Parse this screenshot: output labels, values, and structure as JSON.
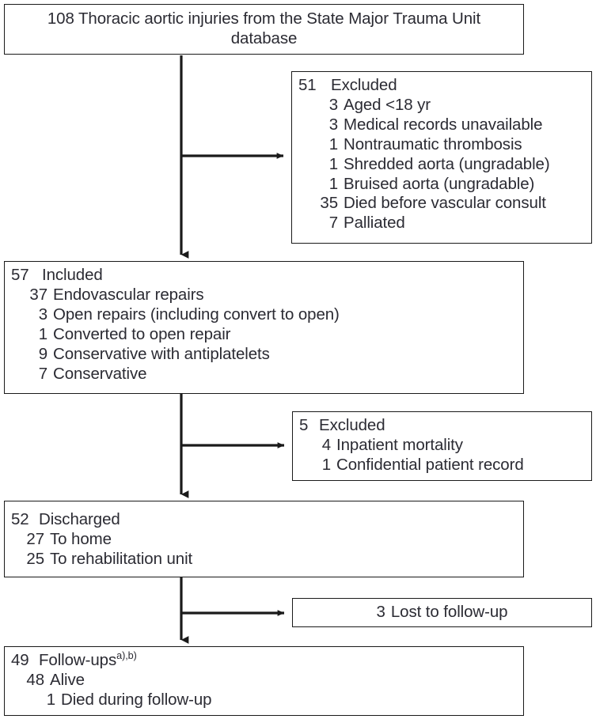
{
  "diagram": {
    "type": "patient-flow-chart",
    "nodes": {
      "source": {
        "text": "108 Thoracic aortic injuries from the State Major Trauma Unit database"
      },
      "excluded_first": {
        "header_num": "51",
        "header_label": "Excluded",
        "items": [
          {
            "num": "3",
            "label": "Aged <18 yr"
          },
          {
            "num": "3",
            "label": "Medical records unavailable"
          },
          {
            "num": "1",
            "label": "Nontraumatic thrombosis"
          },
          {
            "num": "1",
            "label": "Shredded aorta (ungradable)"
          },
          {
            "num": "1",
            "label": "Bruised aorta (ungradable)"
          },
          {
            "num": "35",
            "label": "Died before vascular consult"
          },
          {
            "num": "7",
            "label": "Palliated"
          }
        ]
      },
      "included": {
        "header_num": "57",
        "header_label": "Included",
        "items": [
          {
            "num": "37",
            "label": "Endovascular repairs"
          },
          {
            "num": "3",
            "label": "Open repairs (including convert to open)"
          },
          {
            "num": "1",
            "label": "Converted to open repair"
          },
          {
            "num": "9",
            "label": "Conservative with antiplatelets"
          },
          {
            "num": "7",
            "label": "Conservative"
          }
        ]
      },
      "excluded_second": {
        "header_num": "5",
        "header_label": "Excluded",
        "items": [
          {
            "num": "4",
            "label": "Inpatient mortality"
          },
          {
            "num": "1",
            "label": "Confidential patient record"
          }
        ]
      },
      "discharged": {
        "header_num": "52",
        "header_label": "Discharged",
        "items": [
          {
            "num": "27",
            "label": "To home"
          },
          {
            "num": "25",
            "label": "To rehabilitation unit"
          }
        ]
      },
      "lost_to_followup": {
        "header_num": "3",
        "header_label": "Lost to follow-up"
      },
      "followups": {
        "header_num": "49",
        "header_label": "Follow-ups",
        "header_superscript": "a),b)",
        "items": [
          {
            "num": "48",
            "label": "Alive"
          },
          {
            "num": "1",
            "label": "Died during follow-up"
          }
        ]
      }
    },
    "colors": {
      "stroke": "#1a1a1a",
      "text": "#2b2b33",
      "background": "#ffffff"
    }
  }
}
